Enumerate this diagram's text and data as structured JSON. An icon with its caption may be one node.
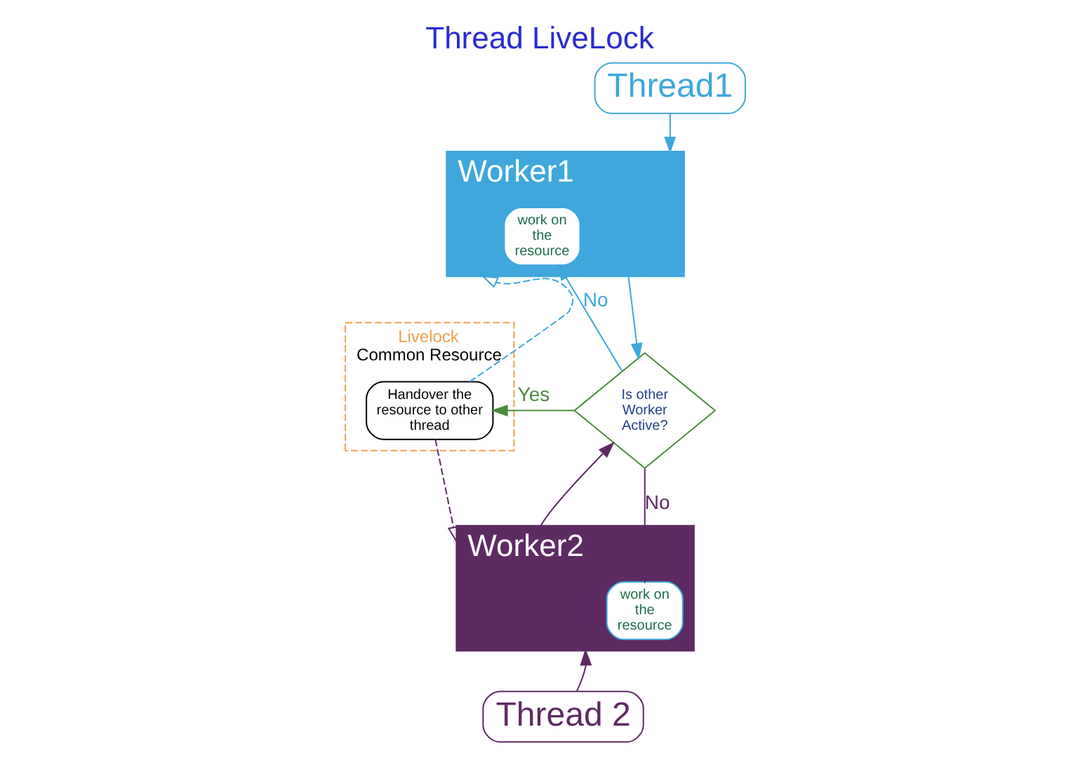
{
  "diagram": {
    "title": "Thread LiveLock",
    "nodes": [
      {
        "text": [
          "Thread1"
        ]
      },
      {
        "text": [
          "Worker1"
        ]
      },
      {
        "text": [
          "work on the resource"
        ],
        "in": 1
      },
      {
        "text": [
          "Livelock",
          "Common Resource"
        ]
      },
      {
        "text": [
          "Handover the resource to other thread"
        ],
        "in": 3
      },
      {
        "text": [
          "Is other Worker Active?"
        ]
      },
      {
        "text": [
          "Worker2"
        ]
      },
      {
        "text": [
          "work on the resource"
        ],
        "in": 6
      },
      {
        "text": [
          "Thread 2"
        ]
      }
    ],
    "edges": [
      {
        "from": 0,
        "to": 1,
        "arrow": "to",
        "color": "#3fa7dc"
      },
      {
        "from": 1,
        "to": 5,
        "arrow": "to",
        "color": "#3fa7dc"
      },
      {
        "from": 5,
        "to": 4,
        "arrow": "to",
        "label": "Yes",
        "color": "#4a8a3c"
      },
      {
        "from": 5,
        "to": 2,
        "arrow": "to",
        "label": "No",
        "color": "#3fa7dc"
      },
      {
        "from": 5,
        "to": 7,
        "arrow": "to",
        "label": "No",
        "color": "#5e2a63"
      },
      {
        "from": 6,
        "to": 5,
        "arrow": "to",
        "color": "#5e2a63"
      },
      {
        "from": 8,
        "to": 6,
        "arrow": "to",
        "color": "#5e2a63"
      },
      {
        "from": 4,
        "to": 1,
        "arrow": "to",
        "style": "dashed",
        "color": "#3fa7dc"
      },
      {
        "from": 4,
        "to": 6,
        "arrow": "to",
        "style": "dashed",
        "color": "#5e2a63"
      }
    ]
  }
}
